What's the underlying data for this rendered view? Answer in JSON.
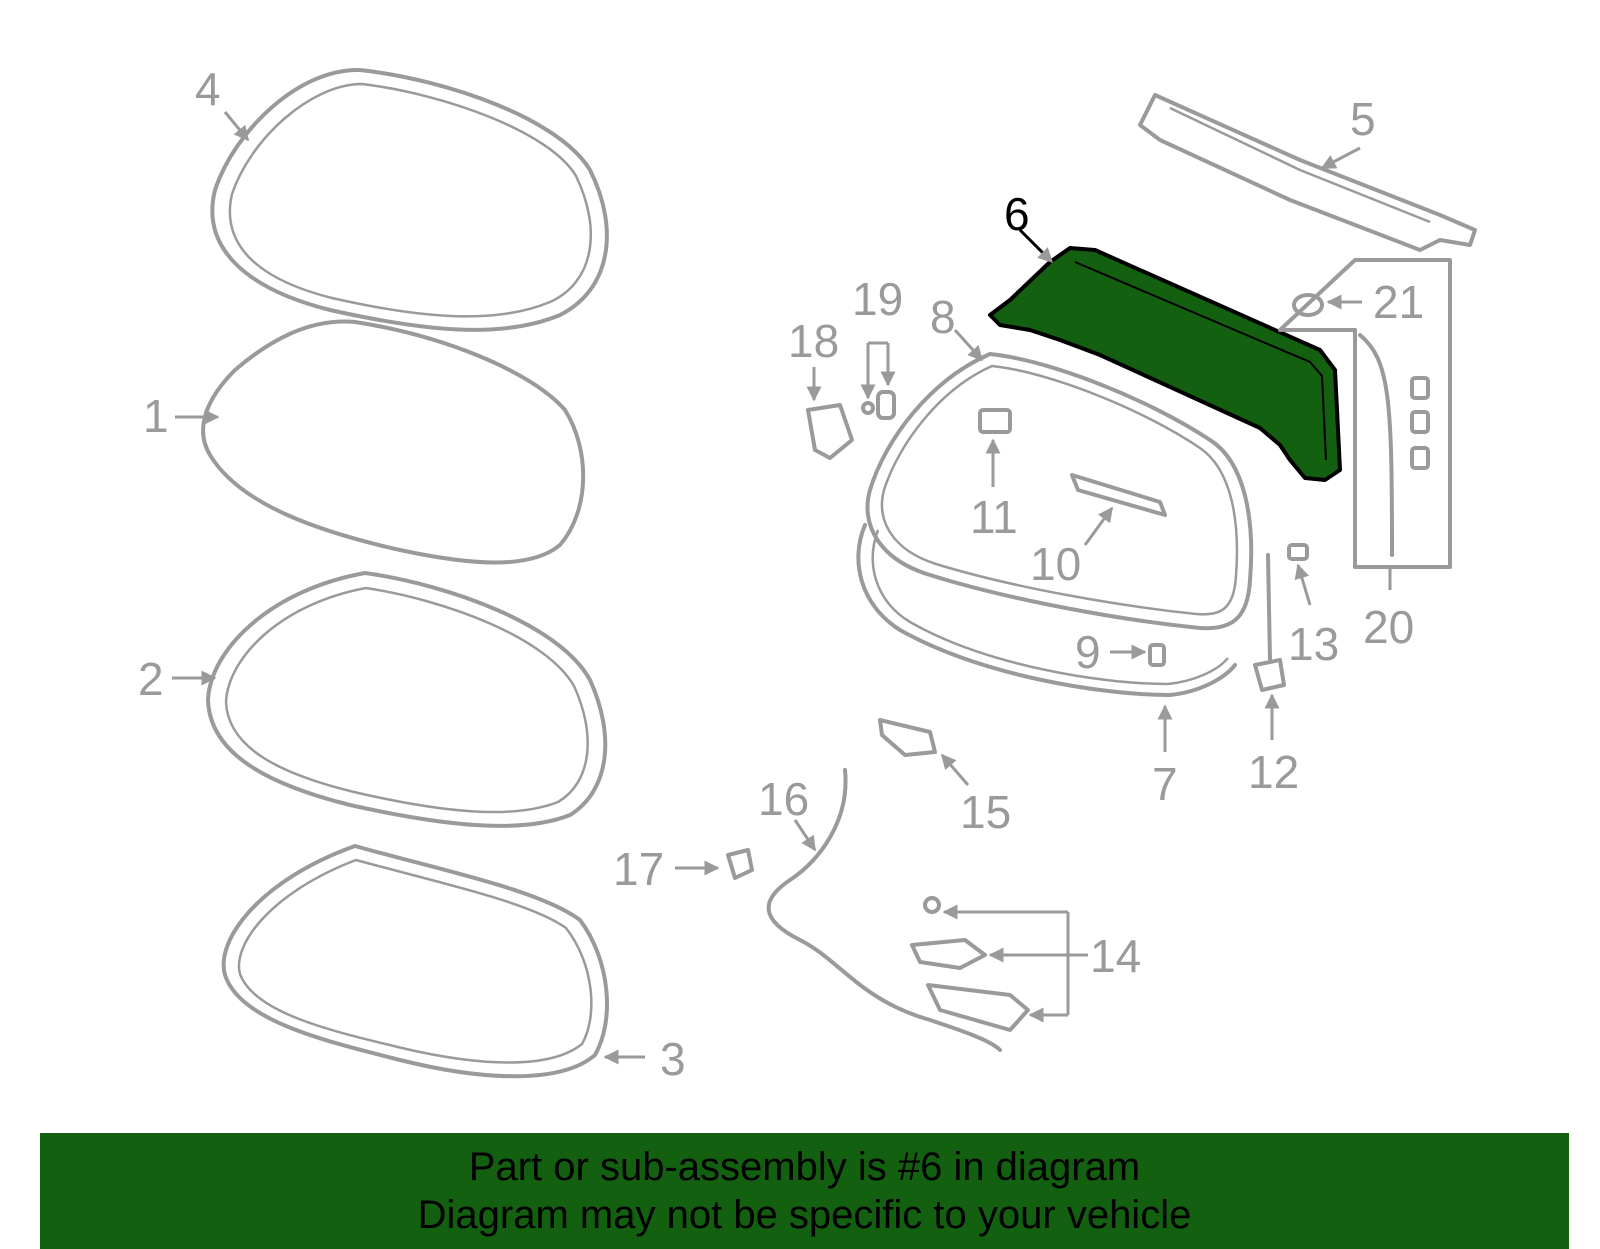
{
  "colors": {
    "highlight_fill": "#136010",
    "banner_bg": "#136010",
    "part_stroke": "#9a9a9a",
    "highlight_label": "#000000"
  },
  "callouts": [
    {
      "id": "c1",
      "text": "1"
    },
    {
      "id": "c2",
      "text": "2"
    },
    {
      "id": "c3",
      "text": "3"
    },
    {
      "id": "c4",
      "text": "4"
    },
    {
      "id": "c5",
      "text": "5"
    },
    {
      "id": "c6",
      "text": "6",
      "highlighted": true
    },
    {
      "id": "c7",
      "text": "7"
    },
    {
      "id": "c8",
      "text": "8"
    },
    {
      "id": "c9",
      "text": "9"
    },
    {
      "id": "c10",
      "text": "10"
    },
    {
      "id": "c11",
      "text": "11"
    },
    {
      "id": "c12",
      "text": "12"
    },
    {
      "id": "c13",
      "text": "13"
    },
    {
      "id": "c14",
      "text": "14"
    },
    {
      "id": "c15",
      "text": "15"
    },
    {
      "id": "c16",
      "text": "16"
    },
    {
      "id": "c17",
      "text": "17"
    },
    {
      "id": "c18",
      "text": "18"
    },
    {
      "id": "c19",
      "text": "19"
    },
    {
      "id": "c20",
      "text": "20"
    },
    {
      "id": "c21",
      "text": "21"
    }
  ],
  "banner": {
    "line1": "Part or sub-assembly is #6 in diagram",
    "line2": "Diagram may not be specific to your vehicle"
  }
}
